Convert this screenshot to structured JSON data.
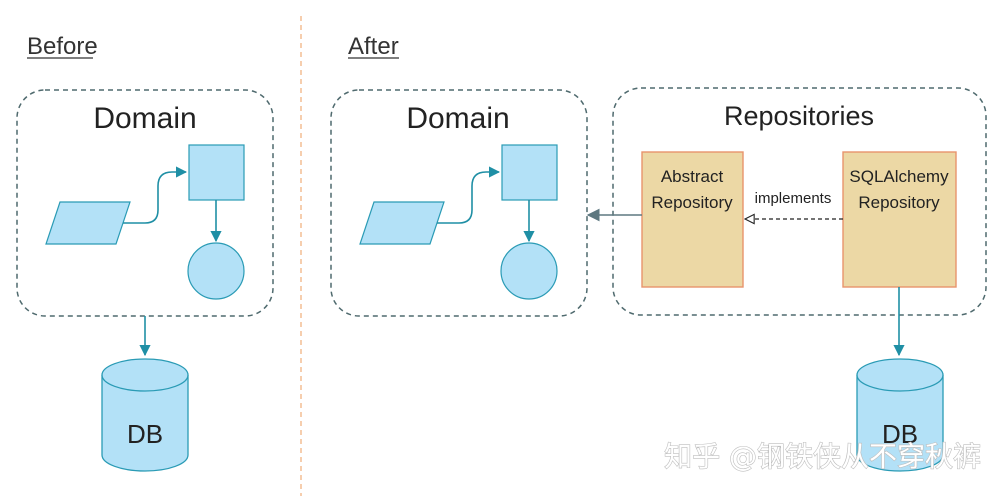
{
  "before": {
    "heading": "Before",
    "domain_label": "Domain",
    "db_label": "DB"
  },
  "after": {
    "heading": "After",
    "domain_label": "Domain",
    "repositories_label": "Repositories",
    "abstract_repo": [
      "Abstract",
      "Repository"
    ],
    "sqlalchemy_repo": [
      "SQLAlchemy",
      "Repository"
    ],
    "implements_label": "implements",
    "db_label": "DB"
  },
  "watermark": "知乎 @钢铁侠从不穿秋裤",
  "colors": {
    "shape_fill": "#b3e1f7",
    "shape_stroke": "#2a9bb5",
    "arrow": "#1f8fa5",
    "dashed_box": "#4f6a6e",
    "repo_fill": "#ecd8a5",
    "repo_stroke": "#e8946c",
    "divider": "#f2b383",
    "dependency_arrow": "#5e7880"
  }
}
